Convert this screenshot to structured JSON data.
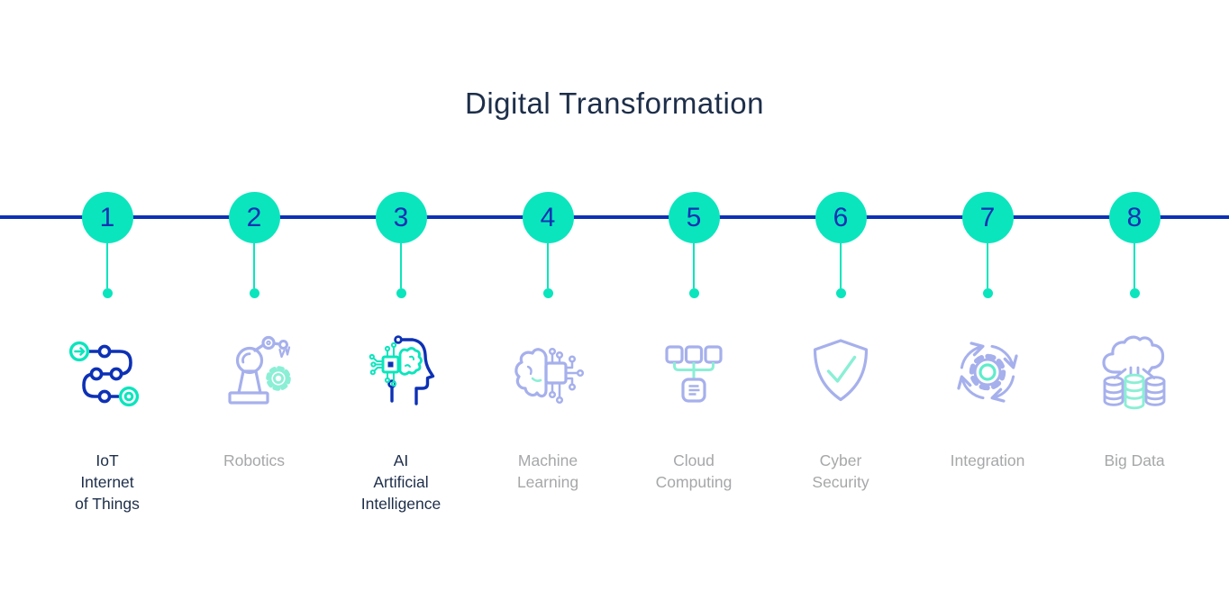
{
  "title": "Digital Transformation",
  "palette": {
    "teal": "#0be5bd",
    "blue": "#0d31b5",
    "navy": "#1d2e49",
    "gray": "#a6a7a9",
    "lavender": "#a6b0ec",
    "mint": "#8aefd5",
    "mint_strong": "#5feccb"
  },
  "timeline": {
    "items": [
      {
        "number": "1",
        "label_lines": [
          "IoT",
          "Internet",
          "of Things"
        ],
        "highlighted": true,
        "icon": "iot-path-icon"
      },
      {
        "number": "2",
        "label_lines": [
          "Robotics"
        ],
        "highlighted": false,
        "icon": "robot-arm-icon"
      },
      {
        "number": "3",
        "label_lines": [
          "AI",
          "Artificial",
          "Intelligence"
        ],
        "highlighted": true,
        "icon": "ai-head-icon"
      },
      {
        "number": "4",
        "label_lines": [
          "Machine",
          "Learning"
        ],
        "highlighted": false,
        "icon": "brain-chip-icon"
      },
      {
        "number": "5",
        "label_lines": [
          "Cloud",
          "Computing"
        ],
        "highlighted": false,
        "icon": "cloud-network-icon"
      },
      {
        "number": "6",
        "label_lines": [
          "Cyber",
          "Security"
        ],
        "highlighted": false,
        "icon": "shield-check-icon"
      },
      {
        "number": "7",
        "label_lines": [
          "Integration"
        ],
        "highlighted": false,
        "icon": "gear-cycle-icon"
      },
      {
        "number": "8",
        "label_lines": [
          "Big Data"
        ],
        "highlighted": false,
        "icon": "cloud-database-icon"
      }
    ]
  }
}
